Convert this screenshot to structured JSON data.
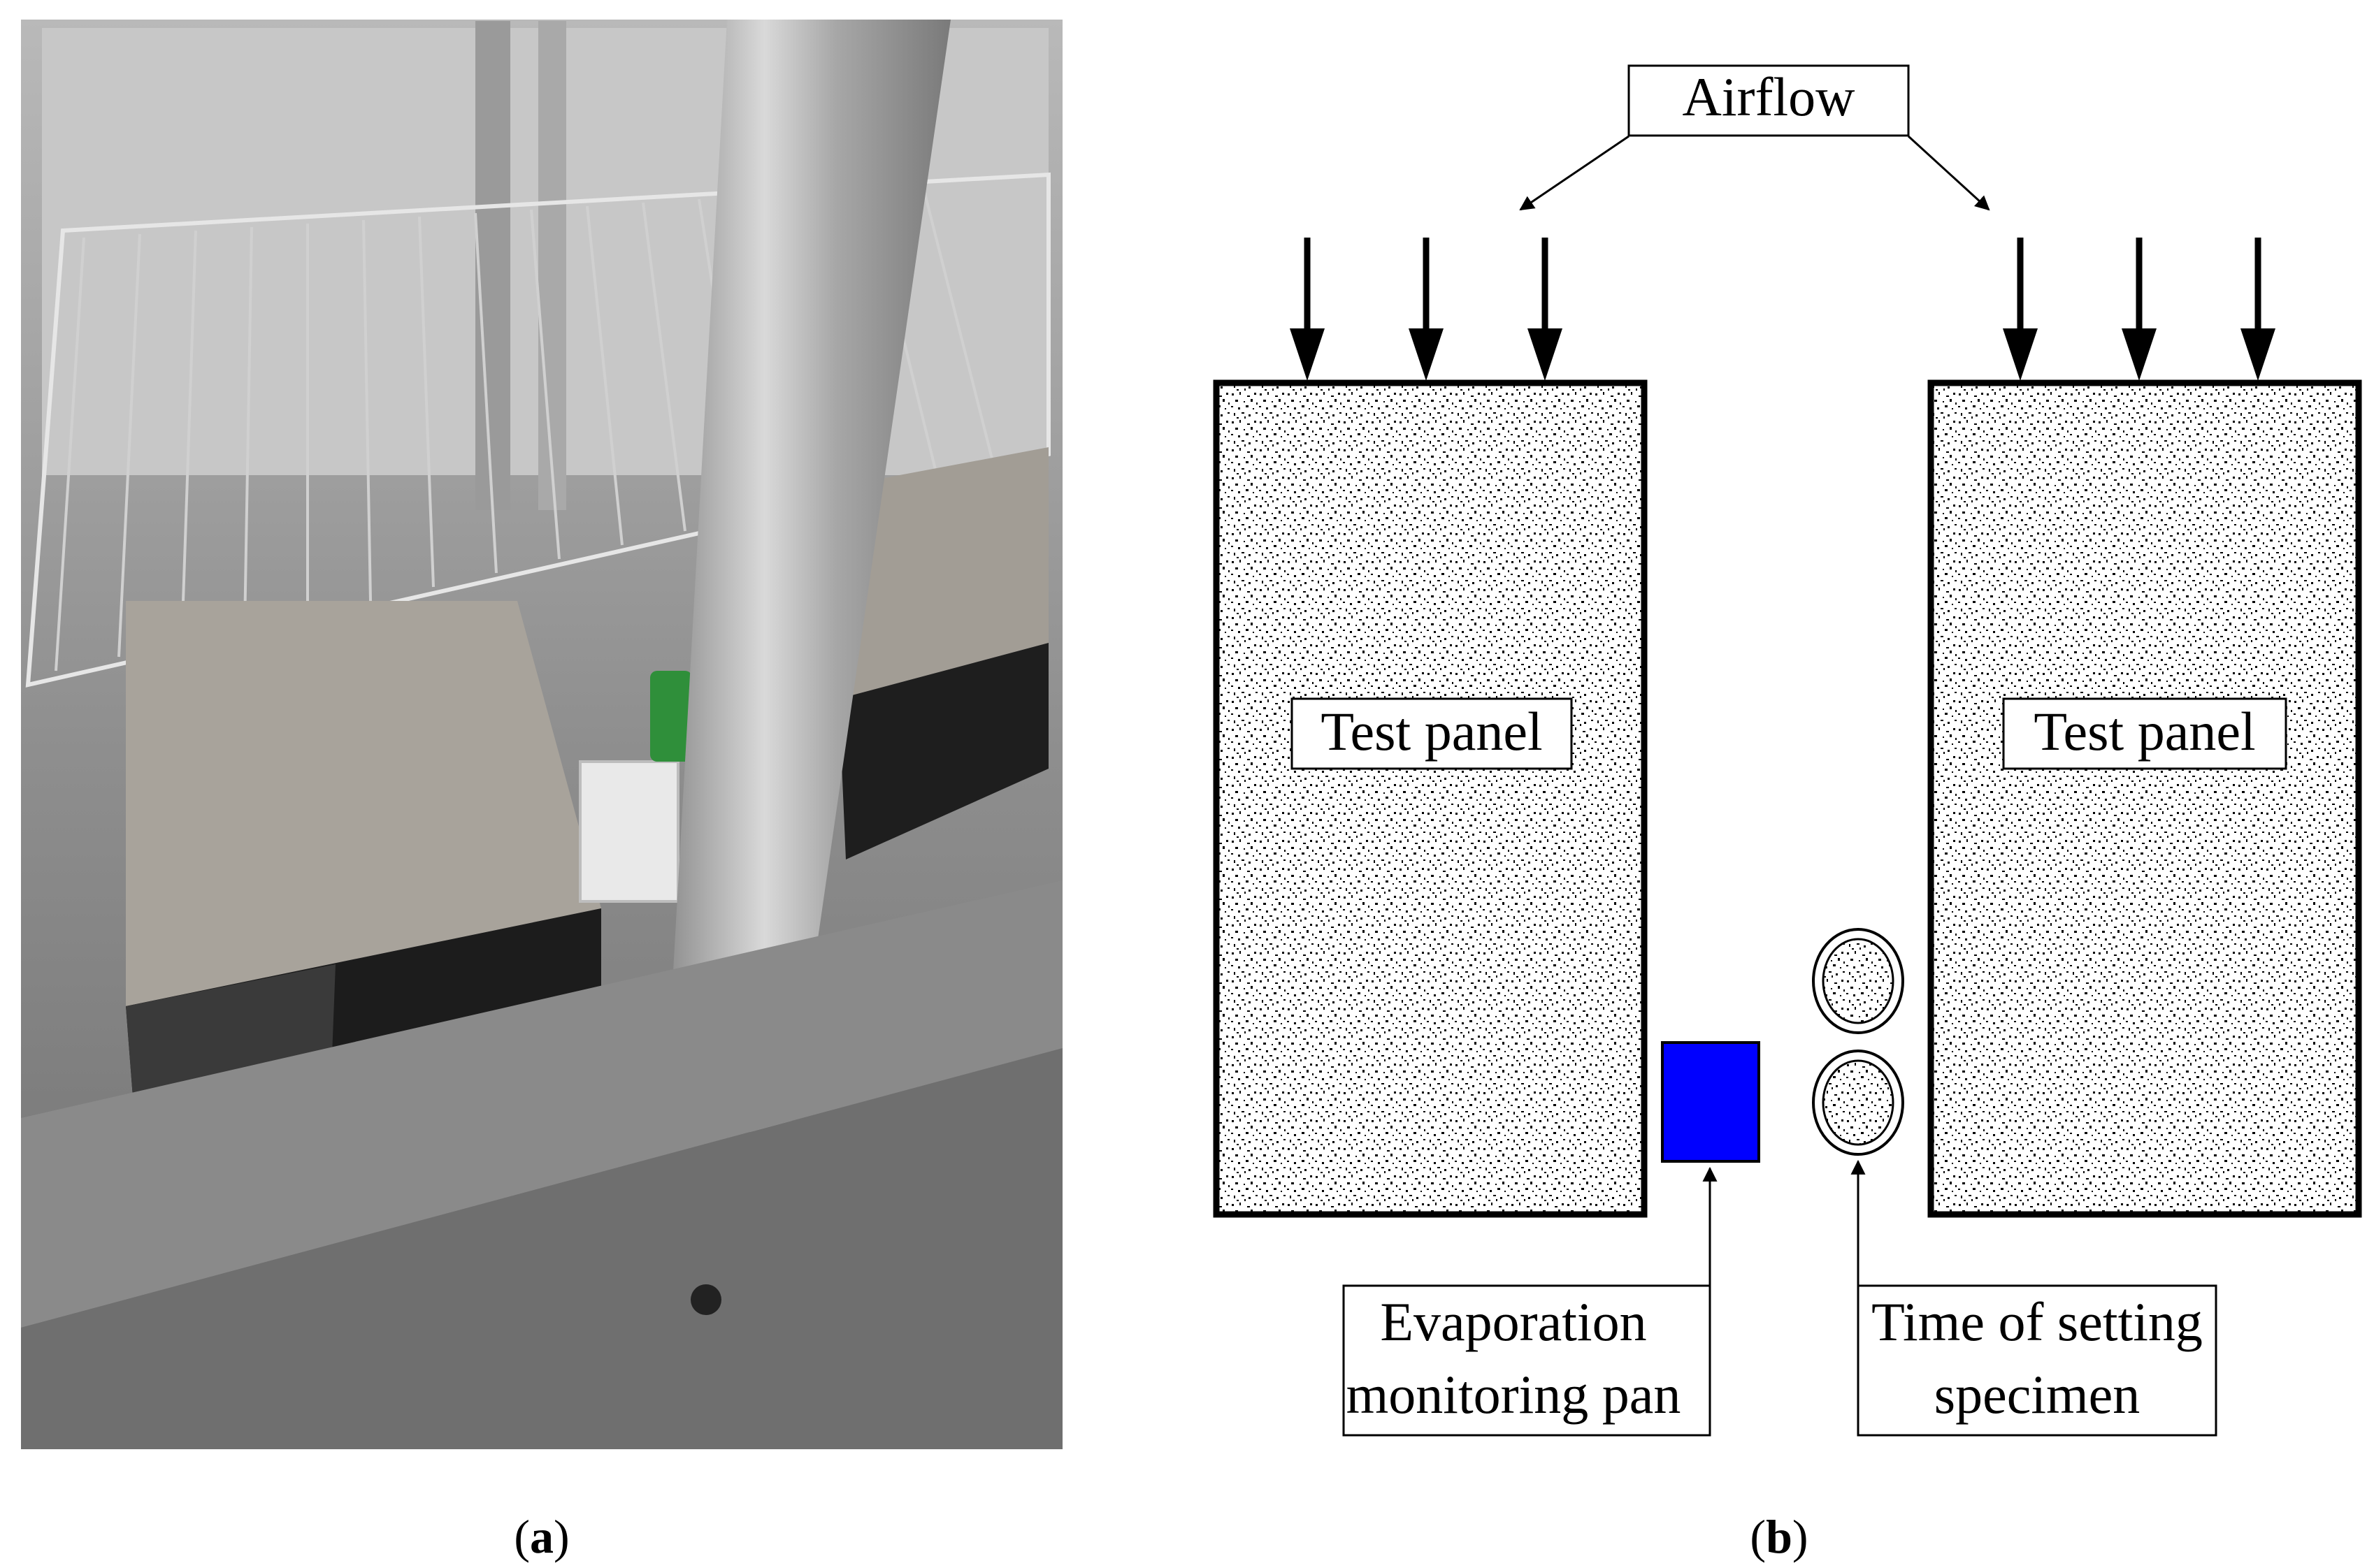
{
  "figure": {
    "panel_a": {
      "caption_label": "a",
      "photo_subject": "environmental chamber with wire shelves holding test panels"
    },
    "panel_b": {
      "caption_label": "b",
      "airflow_label": "Airflow",
      "test_panel_left_label": "Test panel",
      "test_panel_right_label": "Test panel",
      "evaporation_label_line1": "Evaporation",
      "evaporation_label_line2": "monitoring pan",
      "setting_label_line1": "Time of setting",
      "setting_label_line2": "specimen",
      "pan_color": "#0000ff"
    }
  }
}
